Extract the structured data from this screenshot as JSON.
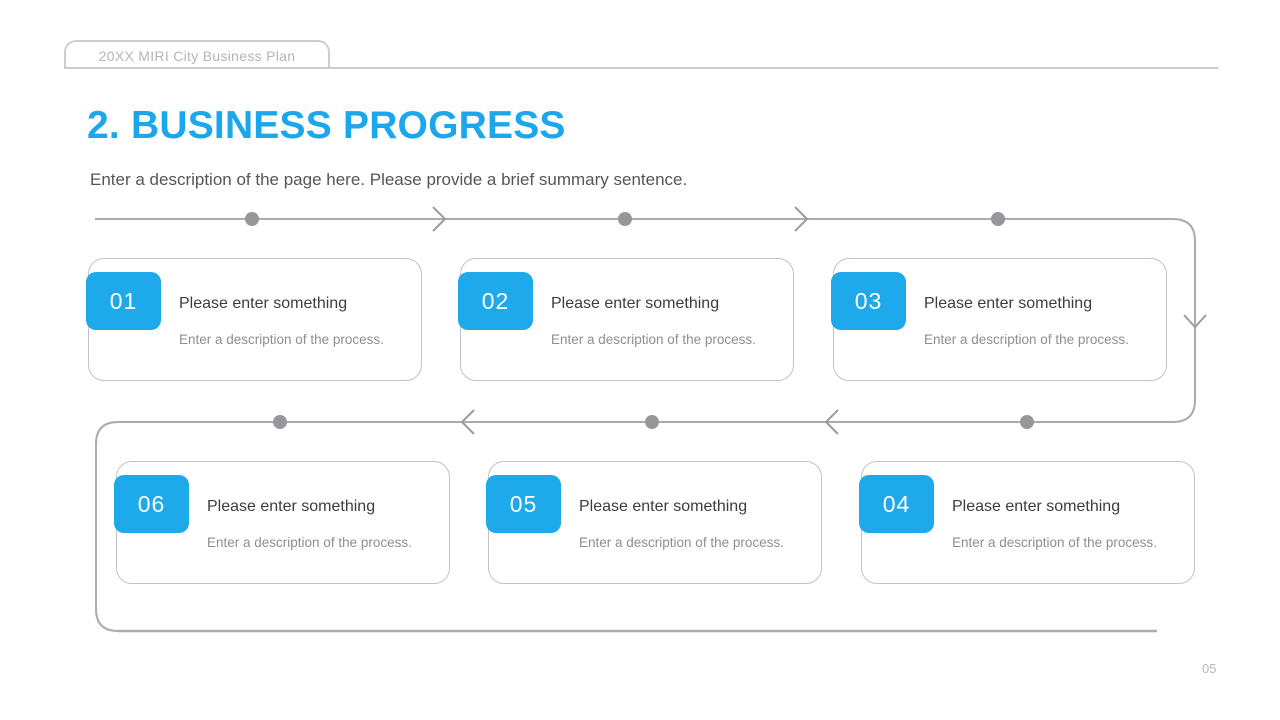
{
  "slide": {
    "tab_label": "20XX MIRI City Business Plan",
    "title": "2. BUSINESS PROGRESS",
    "subtitle": "Enter a description of the page here. Please provide a brief summary sentence.",
    "page_number": "05"
  },
  "colors": {
    "accent": "#1CA7EC",
    "badge": "#1EA9EB",
    "flow-line": "#ABACB0",
    "flow-dot": "#97979B",
    "card-border": "#C2C3C8",
    "step-title": "#3C3C41",
    "step-desc": "#8E8E93"
  },
  "steps": [
    {
      "number": "01",
      "title": "Please enter something",
      "description": "Enter a description of the process."
    },
    {
      "number": "02",
      "title": "Please enter something",
      "description": "Enter a description of the process."
    },
    {
      "number": "03",
      "title": "Please enter something",
      "description": "Enter a description of the process."
    },
    {
      "number": "04",
      "title": "Please enter something",
      "description": "Enter a description of the process."
    },
    {
      "number": "05",
      "title": "Please enter something",
      "description": "Enter a description of the process."
    },
    {
      "number": "06",
      "title": "Please enter something",
      "description": "Enter a description of the process."
    }
  ]
}
